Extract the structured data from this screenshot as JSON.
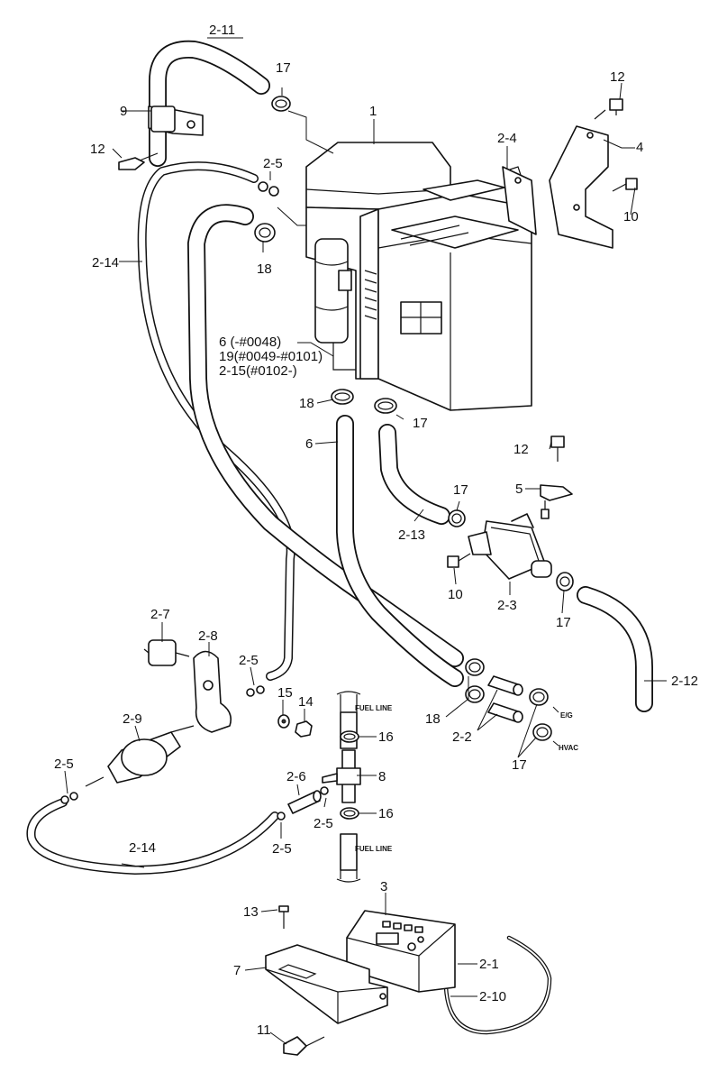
{
  "callouts": {
    "c_2_11": "2-11",
    "c_17_top": "17",
    "c_1": "1",
    "c_12_top": "12",
    "c_9": "9",
    "c_2_4": "2-4",
    "c_4": "4",
    "c_12_left": "12",
    "c_2_5_top": "2-5",
    "c_10_top": "10",
    "c_2_14_left": "2-14",
    "c_18_top": "18",
    "c_6_note": "6 (-#0048)",
    "c_19_note": "19(#0049-#0101)",
    "c_2_15_note": "2-15(#0102-)",
    "c_18_mid": "18",
    "c_17_mid": "17",
    "c_6": "6",
    "c_12_right": "12",
    "c_5": "5",
    "c_17_right": "17",
    "c_2_13": "2-13",
    "c_10_mid": "10",
    "c_2_3": "2-3",
    "c_17_low": "17",
    "c_2_7": "2-7",
    "c_2_8": "2-8",
    "c_2_5_mid": "2-5",
    "c_15": "15",
    "c_14": "14",
    "c_2_12": "2-12",
    "c_2_9": "2-9",
    "c_18_low": "18",
    "c_2_2": "2-2",
    "c_16_top": "16",
    "c_8": "8",
    "c_2_6": "2-6",
    "c_2_5_left": "2-5",
    "c_2_5_c1": "2-5",
    "c_2_5_c2": "2-5",
    "c_16_bot": "16",
    "c_17_bottom": "17",
    "c_2_14_bot": "2-14",
    "c_3": "3",
    "c_13": "13",
    "c_2_1": "2-1",
    "c_7": "7",
    "c_2_10": "2-10",
    "c_11": "11"
  },
  "small_labels": {
    "fuel_line_top": "FUEL LINE",
    "fuel_line_bot": "FUEL LINE",
    "eg": "E/G",
    "hvac": "HVAC"
  }
}
